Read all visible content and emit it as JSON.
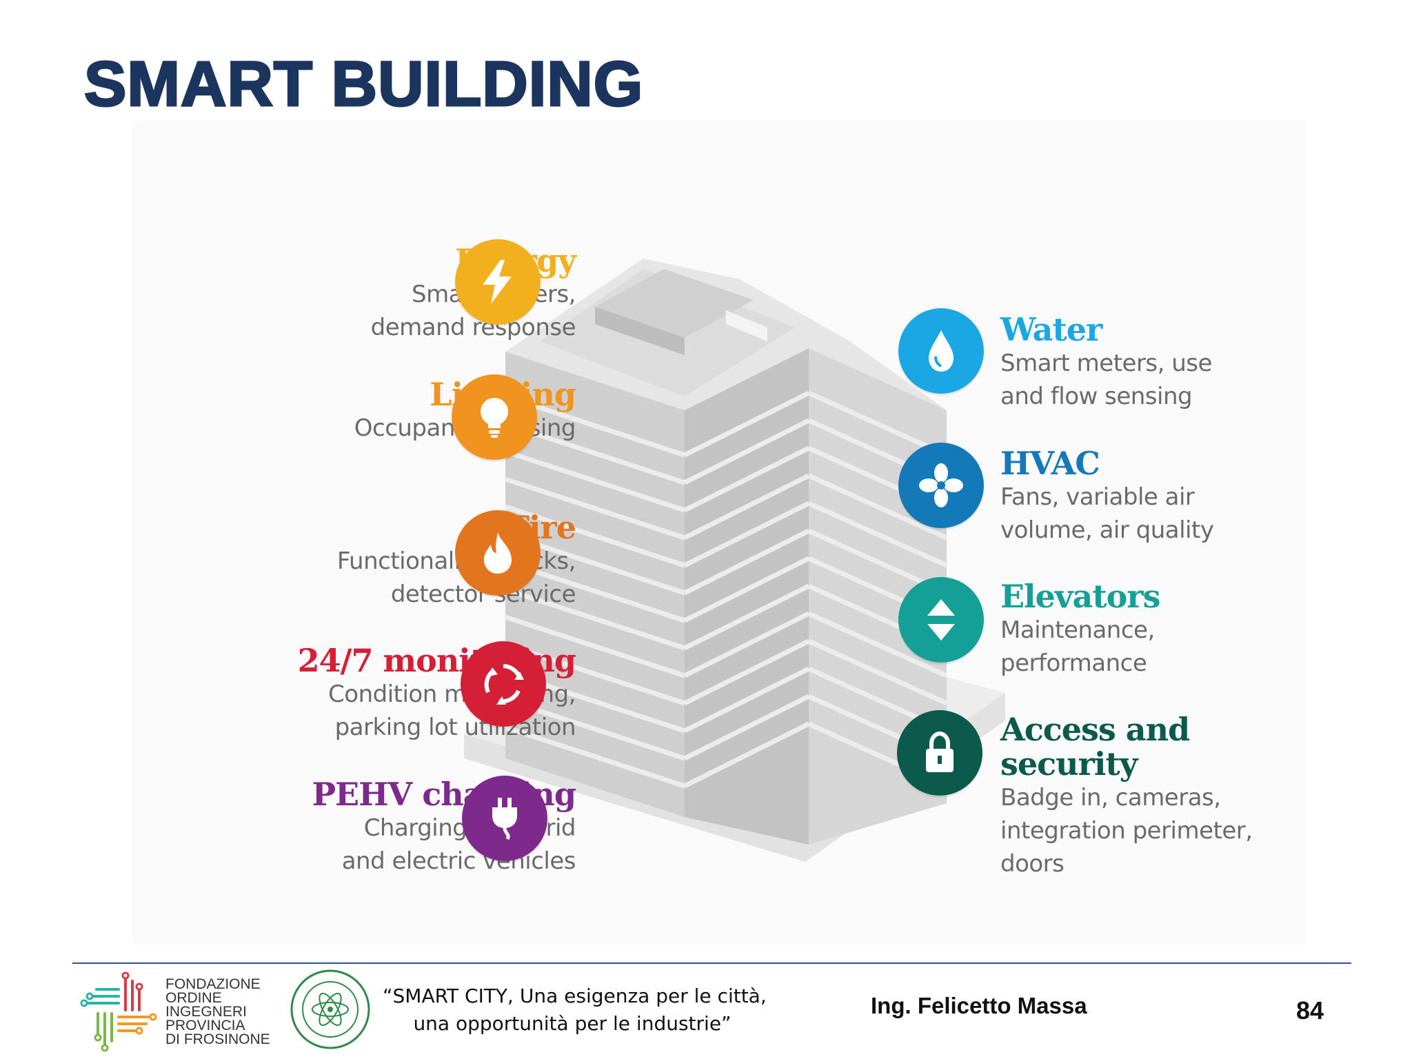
{
  "slide": {
    "title": "SMART BUILDING",
    "page_number": "84"
  },
  "features_left": [
    {
      "id": "energy",
      "title": "Energy",
      "lines": [
        "Smart meters,",
        "demand response"
      ],
      "color": "#f2b01e",
      "icon": "lightning-bolt-icon"
    },
    {
      "id": "lighting",
      "title": "Lighting",
      "lines": [
        "Occupancy sensing"
      ],
      "color": "#f0941f",
      "icon": "light-bulb-icon"
    },
    {
      "id": "fire",
      "title": "Fire",
      "lines": [
        "Functionality checks,",
        "detector service"
      ],
      "color": "#e2751e",
      "icon": "flame-icon"
    },
    {
      "id": "monitoring",
      "title": "24/7 monitoring",
      "lines": [
        "Condition monitoring,",
        "parking lot utilization"
      ],
      "color": "#d51f37",
      "icon": "cycle-arrows-icon"
    },
    {
      "id": "pehv",
      "title": "PEHV charging",
      "lines": [
        "Charging of hybrid",
        "and electric vehicles"
      ],
      "color": "#7d2a8c",
      "icon": "plug-icon"
    }
  ],
  "features_right": [
    {
      "id": "water",
      "title": "Water",
      "lines": [
        "Smart meters, use",
        "and flow sensing"
      ],
      "color": "#1aa7e4",
      "icon": "water-drop-icon"
    },
    {
      "id": "hvac",
      "title": "HVAC",
      "lines": [
        "Fans, variable air",
        "volume, air quality"
      ],
      "color": "#1479b8",
      "icon": "fan-icon"
    },
    {
      "id": "elevators",
      "title": "Elevators",
      "lines": [
        "Maintenance,",
        "performance"
      ],
      "color": "#14a096",
      "icon": "up-down-arrows-icon"
    },
    {
      "id": "access",
      "title_lines": [
        "Access and",
        "security"
      ],
      "lines": [
        "Badge in, cameras,",
        "integration perimeter,",
        "doors"
      ],
      "color": "#0b5a4b",
      "icon": "padlock-icon"
    }
  ],
  "footer": {
    "foundation_lines": [
      "FONDAZIONE",
      "ORDINE",
      "INGEGNERI",
      "PROVINCIA",
      "DI FROSINONE"
    ],
    "event_lines": [
      "“SMART CITY, Una esigenza per le città,",
      "una opportunità per le industrie”"
    ],
    "author": "Ing. Felicetto Massa"
  },
  "colors": {
    "title": "#1c355e",
    "footer_rule": "#2f5597"
  }
}
